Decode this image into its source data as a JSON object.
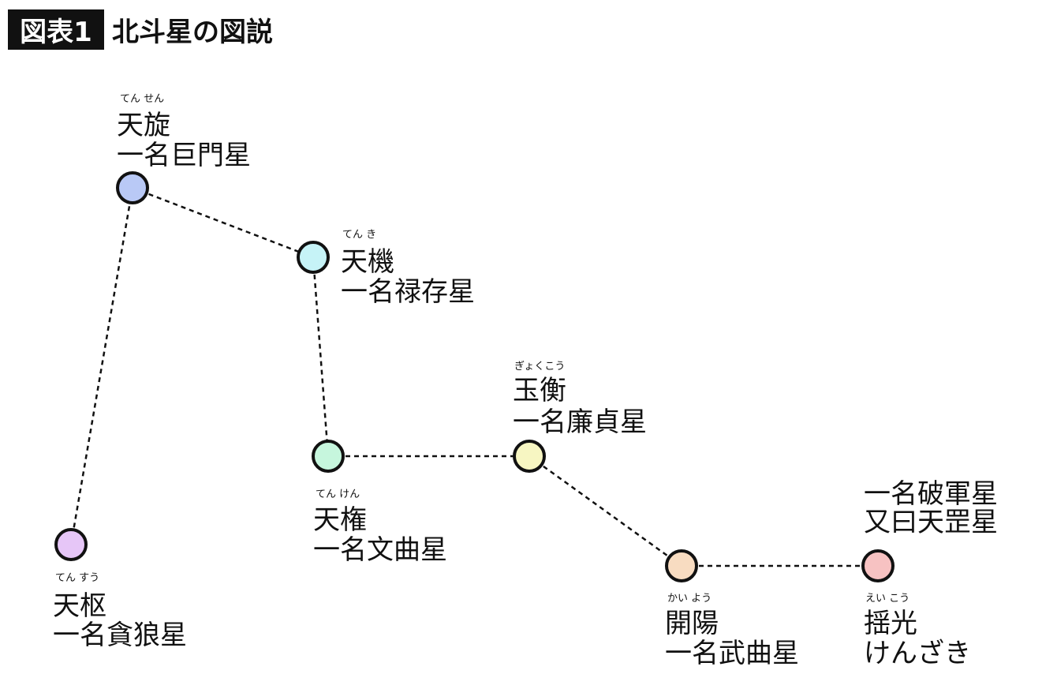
{
  "title": {
    "badge": "図表1",
    "text": "北斗星の図説"
  },
  "stars": [
    {
      "id": "tensu",
      "ruby": "てん すう",
      "name": "天枢",
      "alias": "一名貪狼星",
      "color": "#e6c6f7"
    },
    {
      "id": "tensen",
      "ruby": "てん せん",
      "name": "天旋",
      "alias": "一名巨門星",
      "color": "#b9c9f6"
    },
    {
      "id": "tenki",
      "ruby": "てん き",
      "name": "天機",
      "alias": "一名禄存星",
      "color": "#c6f3f7"
    },
    {
      "id": "tenken",
      "ruby": "てん けん",
      "name": "天権",
      "alias": "一名文曲星",
      "color": "#c6f6dd"
    },
    {
      "id": "gyokukou",
      "ruby": "ぎょくこう",
      "name": "玉衡",
      "alias": "一名廉貞星",
      "color": "#f7f6c2"
    },
    {
      "id": "kaiyou",
      "ruby": "かい よう",
      "name": "開陽",
      "alias": "一名武曲星",
      "color": "#f8dcc1"
    },
    {
      "id": "eikou",
      "ruby": "えい こう",
      "name": "揺光",
      "alias": "けんざき",
      "color": "#f7c2c2",
      "extra": [
        "一名破軍星",
        "又曰天罡星"
      ]
    }
  ]
}
